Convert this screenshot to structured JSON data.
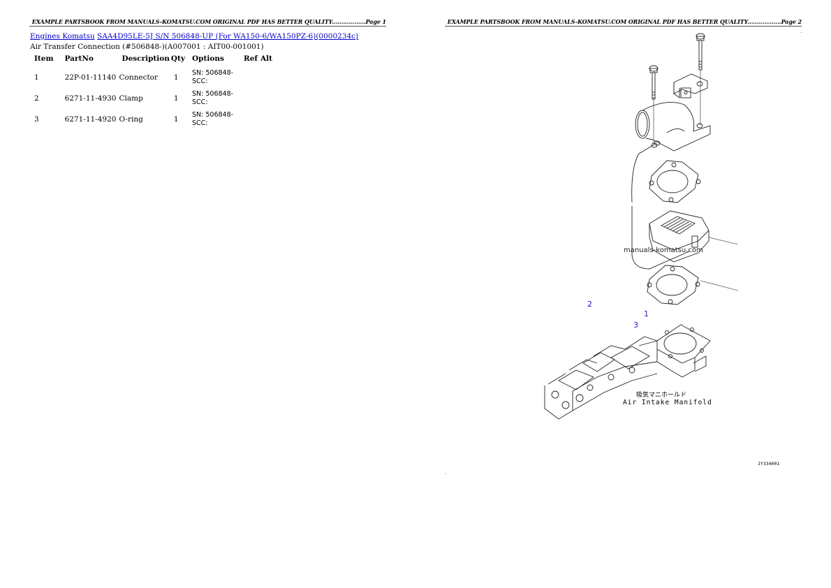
{
  "page1": {
    "header": "EXAMPLE PARTSBOOK FROM MANUALS-KOMATSU.COM ORIGINAL PDF HAS BETTER QUALITY..................Page 1",
    "breadcrumb": {
      "link1": "Engines Komatsu",
      "link2": "SAA4D95LE-5J S/N 506848-UP (For WA150-6/WA150PZ-6)(0000234c)"
    },
    "subtitle": "Air Transfer Connection (#506848-)(A007001 : AIT00-001001)",
    "table": {
      "headers": [
        "Item",
        "PartNo",
        "Description",
        "Qty",
        "Options",
        "Ref",
        "Alt"
      ],
      "rows": [
        {
          "item": "1",
          "partno": "22P-01-11140",
          "description": "Connector",
          "qty": "1",
          "options": "SN: 506848- SCC:",
          "ref": "",
          "alt": ""
        },
        {
          "item": "2",
          "partno": "6271-11-4930",
          "description": "Clamp",
          "qty": "1",
          "options": "SN: 506848- SCC:",
          "ref": "",
          "alt": ""
        },
        {
          "item": "3",
          "partno": "6271-11-4920",
          "description": "O-ring",
          "qty": "1",
          "options": "SN: 506848- SCC:",
          "ref": "",
          "alt": ""
        }
      ]
    }
  },
  "page2": {
    "header": "EXAMPLE PARTSBOOK FROM MANUALS-KOMATSU.COM ORIGINAL PDF HAS BETTER QUALITY..................Page 2",
    "diagram": {
      "callouts": [
        "2",
        "1",
        "3"
      ],
      "watermark": "manuals-komatsu.com",
      "caption_jp": "吸気マニホールド",
      "caption_en": "Air Intake Manifold",
      "figure_id": "JY334001"
    }
  }
}
